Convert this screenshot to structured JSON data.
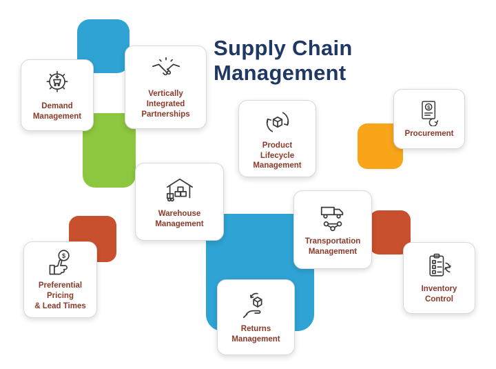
{
  "title": {
    "text": "Supply Chain\nManagement"
  },
  "colors": {
    "title_navy": "#1f3864",
    "label_maroon": "#8b3a2a",
    "accent_blue": "#2fa3d4",
    "accent_green": "#8dc63f",
    "accent_orange": "#f9a51a",
    "accent_red": "#c8502e",
    "card_background": "#ffffff",
    "icon_stroke": "#3a3a3a"
  },
  "cards": [
    {
      "id": "demand-management",
      "label": "Demand\nManagement",
      "icon": "demand-gear-icon"
    },
    {
      "id": "vertically-integrated-partnerships",
      "label": "Vertically\nIntegrated\nPartnerships",
      "icon": "handshake-icon"
    },
    {
      "id": "product-lifecycle-management",
      "label": "Product\nLifecycle\nManagement",
      "icon": "lifecycle-arrows-icon"
    },
    {
      "id": "procurement",
      "label": "Procurement",
      "icon": "procurement-invoice-icon"
    },
    {
      "id": "warehouse-management",
      "label": "Warehouse\nManagement",
      "icon": "warehouse-icon"
    },
    {
      "id": "transportation-management",
      "label": "Transportation\nManagement",
      "icon": "transportation-truck-icon"
    },
    {
      "id": "preferential-pricing-lead-times",
      "label": "Preferential\nPricing\n& Lead Times",
      "icon": "pricing-hand-coin-icon"
    },
    {
      "id": "inventory-control",
      "label": "Inventory\nControl",
      "icon": "inventory-clipboard-icon"
    },
    {
      "id": "returns-management",
      "label": "Returns\nManagement",
      "icon": "returns-hand-box-icon"
    }
  ],
  "shapes": [
    {
      "id": "blue-square-top-left",
      "color": "#2fa3d4"
    },
    {
      "id": "green-rect-left",
      "color": "#8dc63f"
    },
    {
      "id": "orange-square-right",
      "color": "#f9a51a"
    },
    {
      "id": "red-square-left",
      "color": "#c8502e"
    },
    {
      "id": "blue-rect-center",
      "color": "#2fa3d4"
    },
    {
      "id": "red-square-right",
      "color": "#c8502e"
    }
  ]
}
